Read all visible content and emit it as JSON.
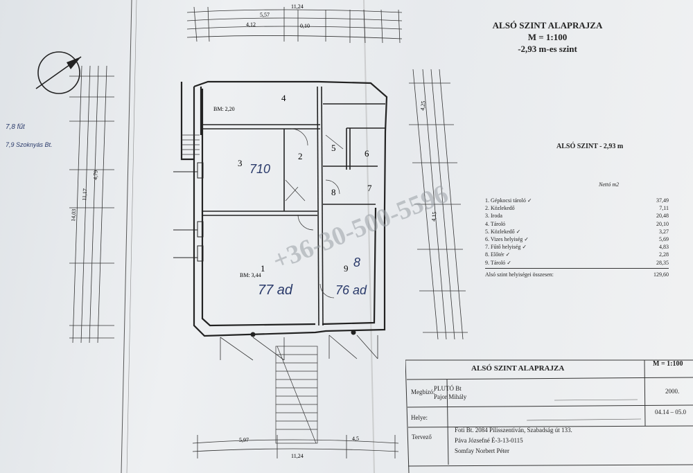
{
  "title": {
    "line1": "ALSÓ SZINT ALAPRAJZA",
    "line2": "M = 1:100",
    "line3": "-2,93 m-es szint"
  },
  "side_heading": "ALSÓ SZINT - 2,93 m",
  "area_header": "Nettó m2",
  "rooms": [
    {
      "num": "1.",
      "name": "Gépkocsi tároló",
      "area": "37,49"
    },
    {
      "num": "2.",
      "name": "Közlekedő",
      "area": "7,11"
    },
    {
      "num": "3.",
      "name": "Iroda",
      "area": "20,48"
    },
    {
      "num": "4.",
      "name": "Tároló",
      "area": "20,10"
    },
    {
      "num": "5.",
      "name": "Közlekedő",
      "area": "3,27"
    },
    {
      "num": "6.",
      "name": "Vizes helyiség",
      "area": "5,69"
    },
    {
      "num": "7.",
      "name": "Fűtő helyiség",
      "area": "4,83"
    },
    {
      "num": "8.",
      "name": "Előtér",
      "area": "2,28"
    },
    {
      "num": "9.",
      "name": "Tároló",
      "area": "28,35"
    }
  ],
  "total": {
    "label": "Alsó szint helyiségei összesen:",
    "value": "129,60"
  },
  "title_block": {
    "heading": "ALSÓ SZINT ALAPRAJZA",
    "scale": "M = 1:100",
    "client_label": "Megbízó:",
    "client_line1": "PLUTÓ Bt",
    "client_line2": "Pajor Mihály",
    "year": "2000.",
    "date_range": "04.14 – 05.0",
    "location_label": "Helye:",
    "designer_label": "Tervező",
    "designer_line1": "Foti Bt. 2084 Pilisszentiván, Szabadság út 133.",
    "designer_line2": "Páva Józsefné É-3-13-0115",
    "designer_line3": "Somfay Norbert Péter"
  },
  "room_labels": [
    "1",
    "2",
    "3",
    "4",
    "5",
    "6",
    "7",
    "8",
    "9"
  ],
  "handwritten": {
    "note1": "7,8 fűt",
    "note2": "7,9 Szoknyás Bt.",
    "room1": "77 ad",
    "room9": "76 ad",
    "room3": "710",
    "room9_num": "8"
  },
  "watermark": "+36-30-500-5596",
  "dimensions": {
    "top_total": "11,24",
    "top_a": "5,57",
    "top_b": "4,12",
    "top_c": "0,10",
    "bottom_total": "11,24",
    "bottom_a": "5,97",
    "bottom_b": "4,5",
    "left_total": "14,03",
    "left_a": "11,17",
    "left_b": "4,79",
    "right_a": "4,25",
    "right_b": "4,15",
    "ceiling_label": "BM: 2,20",
    "garage_label": "BM: 3,44"
  },
  "colors": {
    "paper": "#e9ecef",
    "ink": "#222222",
    "watermark": "#9aa0a6",
    "handwriting": "#2a3a6a"
  }
}
